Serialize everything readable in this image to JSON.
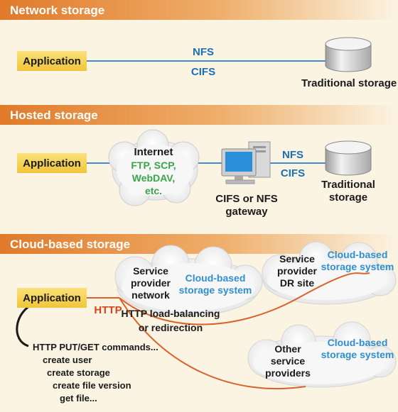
{
  "sections": {
    "network": {
      "header": "Network storage",
      "app_label": "Application",
      "protocols": [
        "NFS",
        "CIFS"
      ],
      "storage_label": "Traditional storage"
    },
    "hosted": {
      "header": "Hosted storage",
      "app_label": "Application",
      "cloud_title": "Internet",
      "cloud_protocols": [
        "FTP, SCP,",
        "WebDAV,",
        "etc."
      ],
      "gateway_label": [
        "CIFS or NFS",
        "gateway"
      ],
      "protocols": [
        "NFS",
        "CIFS"
      ],
      "storage_label": [
        "Traditional",
        "storage"
      ]
    },
    "cloud": {
      "header": "Cloud-based storage",
      "app_label": "Application",
      "http_label": "HTTP",
      "provider_network": [
        "Service",
        "provider",
        "network"
      ],
      "provider_storage": [
        "Cloud-based",
        "storage system"
      ],
      "dr_site": [
        "Service",
        "provider",
        "DR site"
      ],
      "dr_storage": [
        "Cloud-based",
        "storage system"
      ],
      "other_providers": [
        "Other",
        "service",
        "providers"
      ],
      "other_storage": [
        "Cloud-based",
        "storage system"
      ],
      "load_balancing": [
        "HTTP load-balancing",
        "or redirection"
      ],
      "commands": [
        "HTTP PUT/GET commands...",
        "create user",
        "create storage",
        "create file version",
        "get file..."
      ]
    }
  },
  "colors": {
    "header_orange": "#e8923c",
    "app_yellow": "#f7d24a",
    "protocol_blue": "#1a6fb5",
    "cloud_text_blue": "#2f8fd0",
    "internet_green": "#3aa548",
    "http_red": "#d8431c",
    "line_blue": "#3f8fd2",
    "line_orange": "#d9622a"
  }
}
